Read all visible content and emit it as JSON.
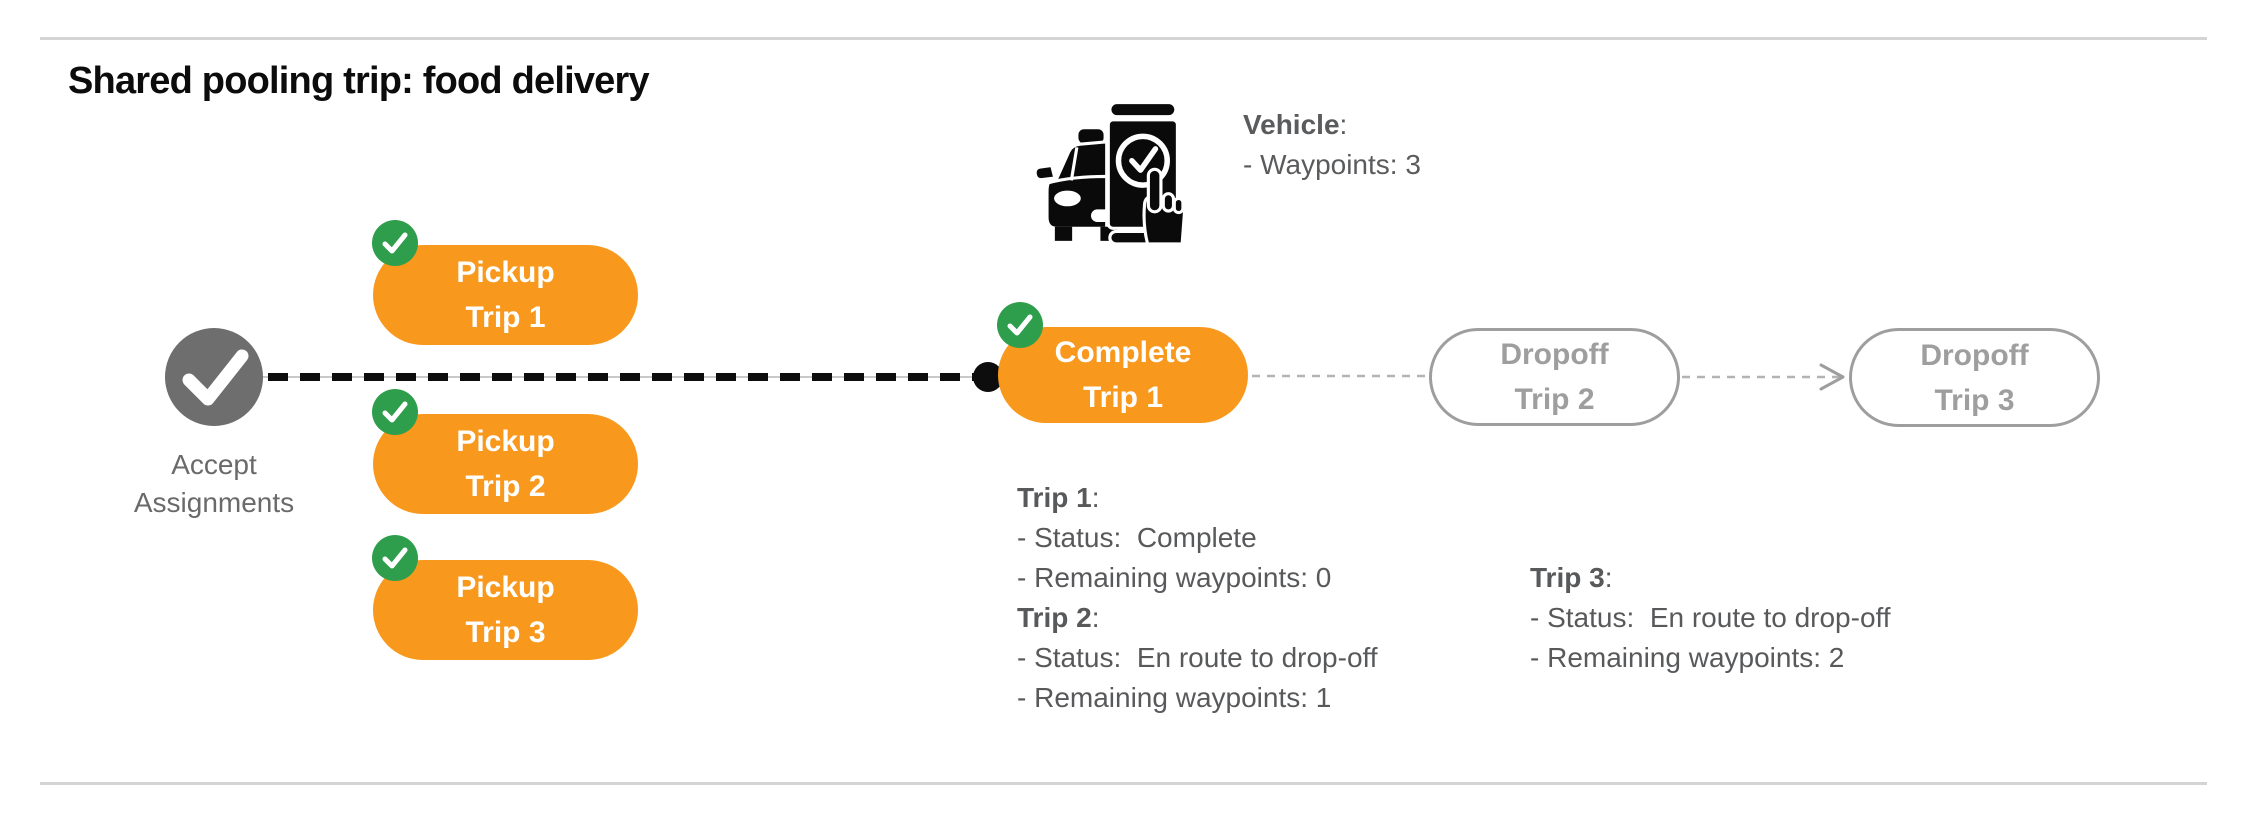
{
  "page": {
    "title": "Shared pooling trip: food delivery"
  },
  "colors": {
    "orange": "#f8991d",
    "green": "#2f9e4c",
    "node_gray": "#6e6e6e",
    "text_gray": "#58595b",
    "ghost_gray": "#9e9e9e",
    "line_black": "#0d0d0d",
    "dash_gray": "#b3b3b3"
  },
  "vehicle_info": {
    "label": "Vehicle",
    "colon": ":",
    "waypoints_line": "- Waypoints: 3"
  },
  "flow": {
    "start": {
      "line1": "Accept",
      "line2": "Assignments"
    },
    "pickups": [
      {
        "line1": "Pickup",
        "line2": "Trip 1"
      },
      {
        "line1": "Pickup",
        "line2": "Trip 2"
      },
      {
        "line1": "Pickup",
        "line2": "Trip 3"
      }
    ],
    "complete": {
      "line1": "Complete",
      "line2": "Trip 1"
    },
    "dropoffs": [
      {
        "line1": "Dropoff",
        "line2": "Trip 2"
      },
      {
        "line1": "Dropoff",
        "line2": "Trip 3"
      }
    ]
  },
  "status_blocks": [
    {
      "name": "Trip 1",
      "colon": ":",
      "lines": [
        "- Status:  Complete",
        "- Remaining waypoints: 0"
      ]
    },
    {
      "name": "Trip 2",
      "colon": ":",
      "lines": [
        "- Status:  En route to drop-off",
        "- Remaining waypoints: 1"
      ]
    },
    {
      "name": "Trip 3",
      "colon": ":",
      "lines": [
        "- Status:  En route to drop-off",
        "- Remaining waypoints: 2"
      ]
    }
  ]
}
